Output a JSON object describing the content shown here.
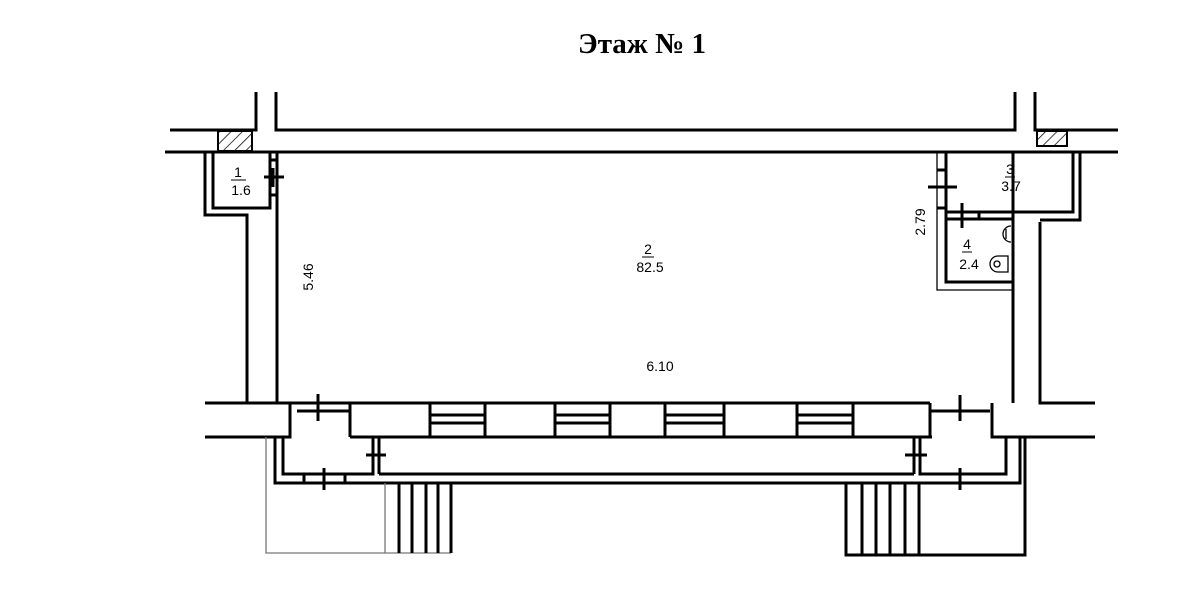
{
  "title": "Этаж № 1",
  "rooms": [
    {
      "number": "1",
      "area": "1.6"
    },
    {
      "number": "2",
      "area": "82.5"
    },
    {
      "number": "3",
      "area": "3.7"
    },
    {
      "number": "4",
      "area": "2.4"
    }
  ],
  "dimensions": {
    "left_height": "5.46",
    "right_height": "2.79",
    "width": "6.10"
  }
}
